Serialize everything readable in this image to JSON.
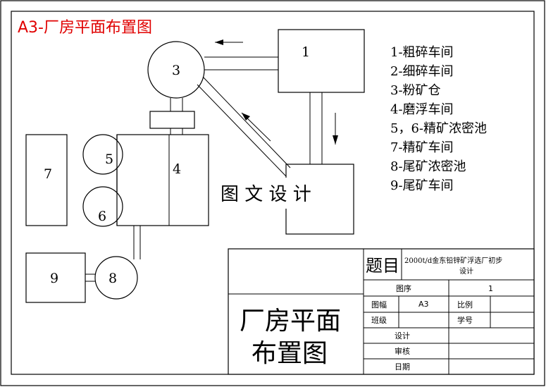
{
  "header": {
    "title": "A3-厂房平面布置图",
    "title_color": "#e00000"
  },
  "diagram": {
    "units": {
      "u1": "1",
      "u3": "3",
      "u4": "4",
      "u5": "5",
      "u6": "6",
      "u7": "7",
      "u8": "8",
      "u9": "9"
    },
    "watermark": "图 文 设 计"
  },
  "legend": {
    "items": [
      "1-粗碎车间",
      "2-细碎车间",
      "3-粉矿仓",
      "4-磨浮车间",
      "5，6-精矿浓密池",
      "7-精矿车间",
      "8-尾矿浓密池",
      "9-尾矿车间"
    ]
  },
  "title_block": {
    "drawing_name_line1": "厂房平面",
    "drawing_name_line2": "布置图",
    "topic_label": "题目",
    "topic_value_line1": "2000t/d金东铅锌矿浮选厂初步",
    "topic_value_line2": "设计",
    "sheet_no_label": "图序",
    "sheet_no_value": "1",
    "sheet_size_label": "图幅",
    "sheet_size_value": "A3",
    "scale_label": "比例",
    "class_label": "班级",
    "student_id_label": "学号",
    "designer_label": "设计",
    "reviewer_label": "审核",
    "date_label": "日期"
  }
}
